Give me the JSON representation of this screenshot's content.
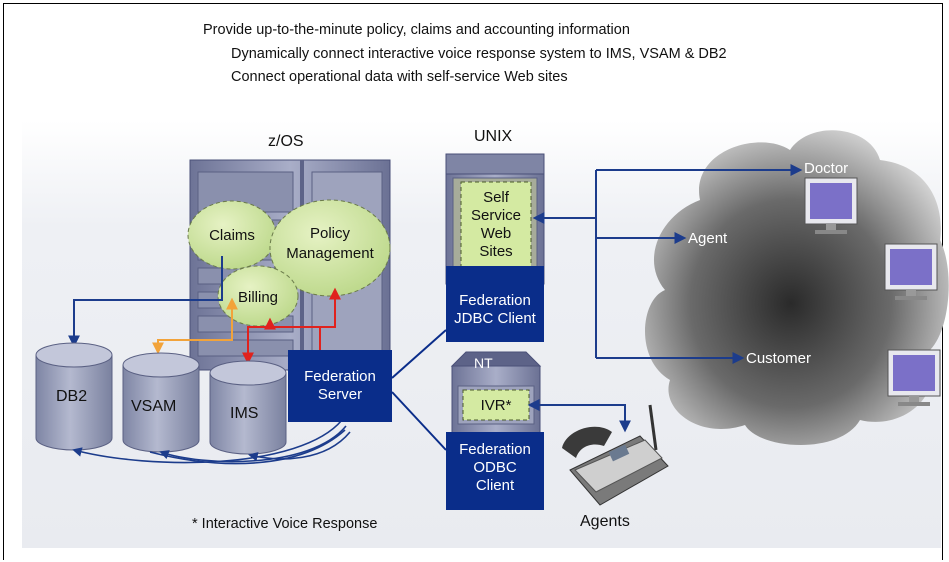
{
  "header": {
    "line1": "Provide up-to-the-minute policy, claims and accounting information",
    "line2": "Dynamically connect interactive voice response system to IMS, VSAM & DB2",
    "line3": "Connect operational data with self-service Web sites"
  },
  "zos": {
    "title": "z/OS",
    "claims": "Claims",
    "policy_1": "Policy",
    "policy_2": "Management",
    "billing": "Billing"
  },
  "databases": {
    "db2": "DB2",
    "vsam": "VSAM",
    "ims": "IMS"
  },
  "federation_server": {
    "line1": "Federation",
    "line2": "Server"
  },
  "unix": {
    "title": "UNIX",
    "self_1": "Self",
    "self_2": "Service",
    "self_3": "Web",
    "self_4": "Sites",
    "jdbc_1": "Federation",
    "jdbc_2": "JDBC Client"
  },
  "nt": {
    "title": "NT",
    "ivr": "IVR*",
    "odbc_1": "Federation",
    "odbc_2": "ODBC",
    "odbc_3": "Client"
  },
  "cloud": {
    "doctor": "Doctor",
    "agent": "Agent",
    "customer": "Customer"
  },
  "footnote": "* Interactive Voice Response",
  "agents_label": "Agents",
  "colors": {
    "federation_blue": "#0a2d8a",
    "db_gray": "#9aa0ba",
    "bubble_green": "#d2e8a0",
    "arrow_blue": "#1c3c8c",
    "arrow_red": "#e0221d",
    "arrow_orange": "#f2a33a",
    "cloud_dark": "#454545",
    "cloud_light": "#cfcfcf"
  }
}
